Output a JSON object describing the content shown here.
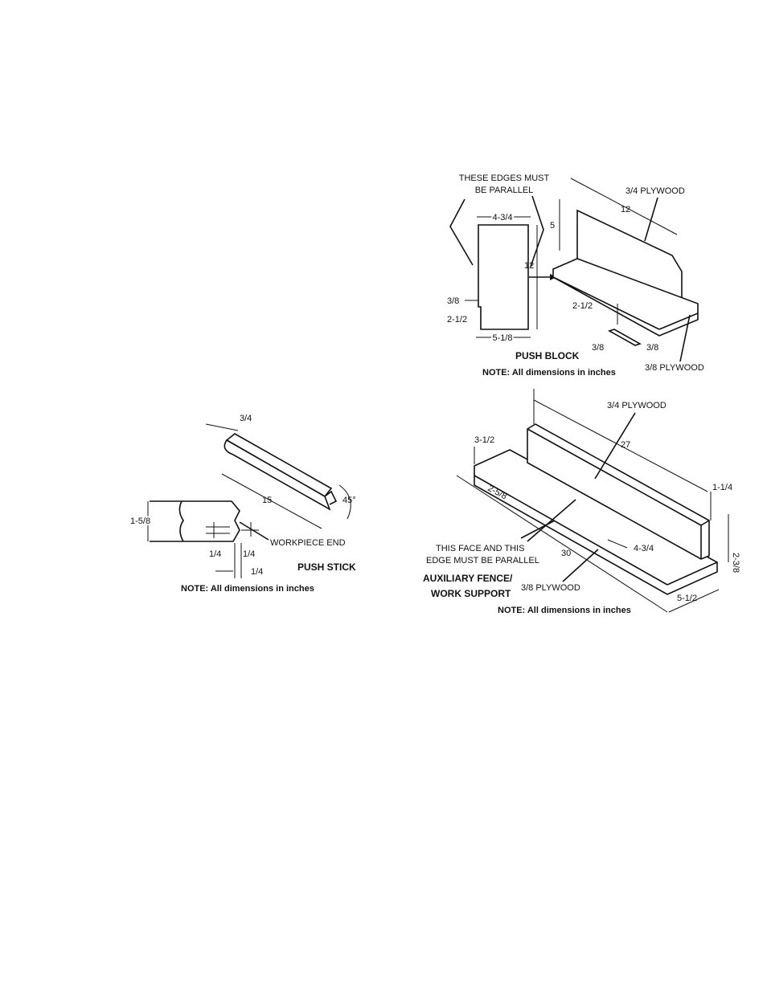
{
  "push_block": {
    "callout": [
      "THESE EDGES MUST",
      "BE PARALLEL"
    ],
    "dims": {
      "width_top": "4-3/4",
      "height": "12",
      "notch_w": "3/8",
      "notch_h": "2-1/2",
      "width_bottom": "5-1/8",
      "iso_height": "5",
      "iso_length": "12",
      "iso_step": "2-1/2",
      "cleat_a": "3/8",
      "cleat_b": "3/8"
    },
    "material_top": "3/4 PLYWOOD",
    "material_bottom": "3/8 PLYWOOD",
    "title": "PUSH BLOCK",
    "note": "NOTE: All dimensions in inches"
  },
  "push_stick": {
    "dims": {
      "thickness": "3/4",
      "length": "15",
      "angle": "45°",
      "height": "1-5/8",
      "notch_a": "1/4",
      "notch_b": "1/4",
      "notch_c": "1/4"
    },
    "workpiece_label": "WORKPIECE END",
    "title": "PUSH STICK",
    "note": "NOTE: All dimensions in inches"
  },
  "fence": {
    "material_top": "3/4 PLYWOOD",
    "material_bottom": "3/8 PLYWOOD",
    "dims": {
      "length_top": "27",
      "fence_h": "3-1/2",
      "offset": "2-5/8",
      "length_base": "30",
      "fence_depth": "4-3/4",
      "right_h": "1-1/4",
      "total_h": "2-3/8",
      "base_w": "5-1/2"
    },
    "parallel_label": [
      "THIS FACE AND THIS",
      "EDGE MUST BE PARALLEL"
    ],
    "title": [
      "AUXILIARY FENCE/",
      "WORK SUPPORT"
    ],
    "note": "NOTE: All dimensions in inches"
  }
}
